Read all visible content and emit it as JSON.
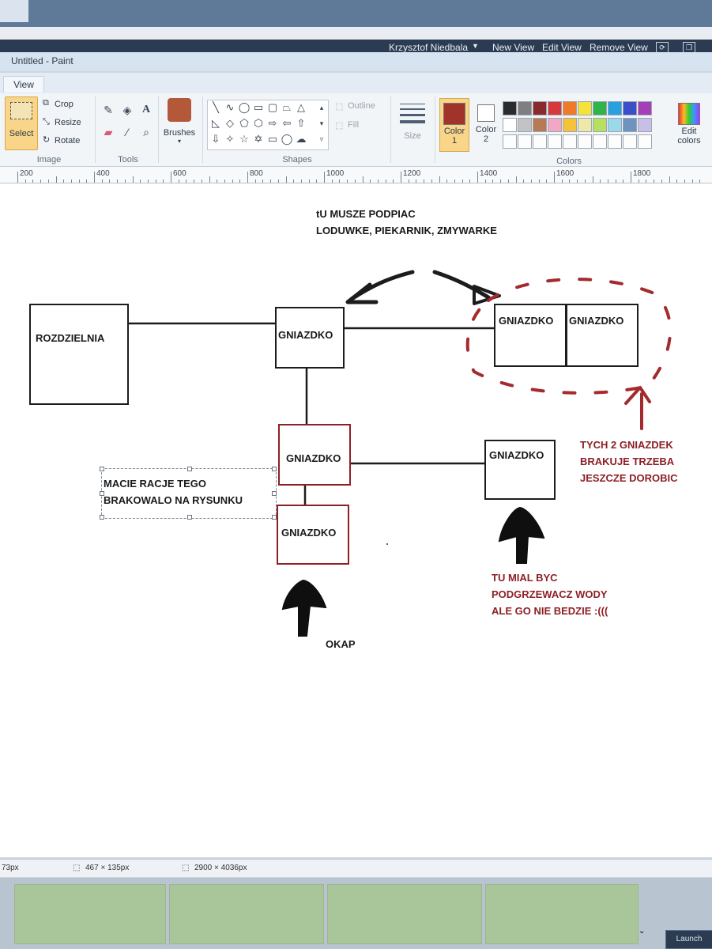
{
  "session": {
    "user": "Krzysztof Niedbala",
    "new_view": "New View",
    "edit_view": "Edit View",
    "remove_view": "Remove View"
  },
  "window": {
    "title": "Untitled - Paint"
  },
  "menu": {
    "view_tab": "View"
  },
  "ribbon": {
    "image": {
      "select": "Select",
      "crop": "Crop",
      "resize": "Resize",
      "rotate": "Rotate",
      "label": "Image"
    },
    "tools": {
      "label": "Tools"
    },
    "brushes": {
      "label": "Brushes"
    },
    "shapes": {
      "outline": "Outline",
      "fill": "Fill",
      "label": "Shapes"
    },
    "size": {
      "label": "Size"
    },
    "colors": {
      "color1_label": "Color\n1",
      "color2_label": "Color\n2",
      "edit_colors": "Edit\ncolors",
      "label": "Colors",
      "color1": "#a0342a",
      "color2": "#ffffff",
      "palette_row1": [
        "#2b2b2b",
        "#7f7f7f",
        "#8b2a2a",
        "#d9383a",
        "#f07a2a",
        "#f5e33a",
        "#2fb34a",
        "#27a0e0",
        "#3a4fc8",
        "#a43fb7"
      ],
      "palette_row2": [
        "#ffffff",
        "#c3c3c3",
        "#b87a55",
        "#f2a8c3",
        "#f5c23a",
        "#efe8a8",
        "#b5e061",
        "#99d9ea",
        "#7092be",
        "#c8bfe7"
      ]
    }
  },
  "ruler": {
    "marks": [
      "200",
      "400",
      "600",
      "800",
      "1000",
      "1200",
      "1400",
      "1600",
      "1800"
    ]
  },
  "drawing": {
    "boxes": {
      "rozdzielnia": "ROZDZIELNIA",
      "gniazdko_top": "GNIAZDKO",
      "gniazdko_right_1": "GNIAZDKO",
      "gniazdko_right_2": "GNIAZDKO",
      "gniazdko_mid": "GNIAZDKO",
      "gniazdko_far_right": "GNIAZDKO",
      "gniazdko_bottom": "GNIAZDKO"
    },
    "notes": {
      "top_line1": "tU MUSZE PODPIAC",
      "top_line2": "LODUWKE, PIEKARNIK, ZMYWARKE",
      "left_line1": "MACIE RACJE TEGO",
      "left_line2": "BRAKOWALO NA RYSUNKU",
      "right_line1": "TYCH 2 GNIAZDEK",
      "right_line2": "BRAKUJE TRZEBA",
      "right_line3": "JESZCZE DOROBIC",
      "heater_line1": "TU MIAL BYC",
      "heater_line2": "PODGRZEWACZ WODY",
      "heater_line3": "ALE GO NIE BEDZIE :(((",
      "okap": "OKAP"
    }
  },
  "status": {
    "cursor": "73px",
    "selection": "467 × 135px",
    "image_size": "2900 × 4036px"
  },
  "taskbar": {
    "launch": "Launch"
  }
}
